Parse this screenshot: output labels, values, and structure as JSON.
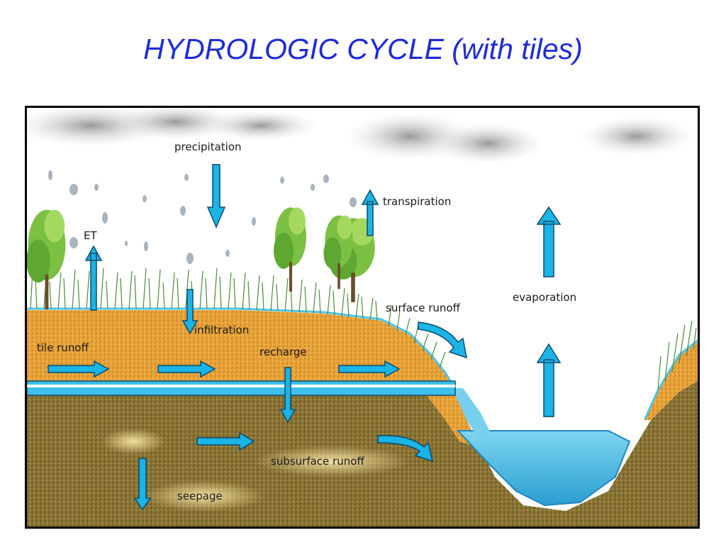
{
  "title": "HYDROLOGIC CYCLE (with tiles)",
  "labels": {
    "precipitation": "precipitation",
    "et": "ET",
    "transpiration": "transpiration",
    "infiltration": "infiltration",
    "surface_runoff": "surface runoff",
    "evaporation": "evaporation",
    "tile_runoff": "tile runoff",
    "recharge": "recharge",
    "subsurface_runoff": "subsurface runoff",
    "seepage": "seepage"
  },
  "colors": {
    "title": "#1e2bd6",
    "arrow": "#1ab4e6",
    "topsoil": "#e8a232",
    "subsoil": "#8a7433",
    "water": "#5ec8ec",
    "tile": "#3ec0ea",
    "grass": "#4a8a3a",
    "cloud": "#d6d6d6"
  }
}
